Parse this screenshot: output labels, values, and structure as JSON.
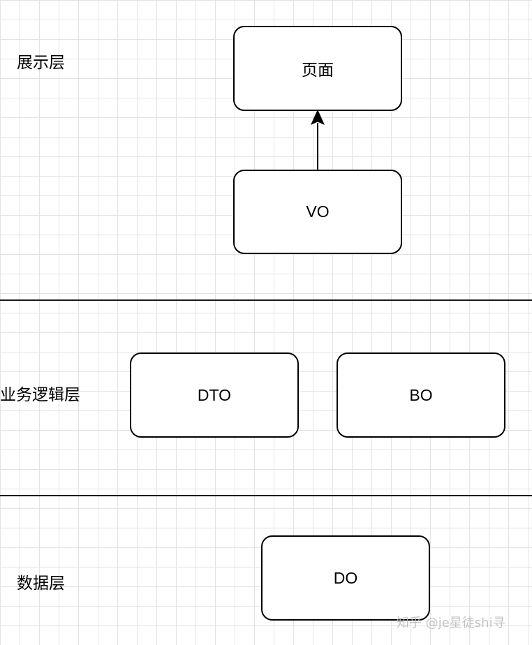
{
  "layers": {
    "presentation": "展示层",
    "business_logic": "业务逻辑层",
    "data": "数据层"
  },
  "nodes": {
    "page": "页面",
    "vo": "VO",
    "dto": "DTO",
    "bo": "BO",
    "do": "DO"
  },
  "edges": [
    {
      "from": "VO",
      "to": "页面"
    }
  ],
  "watermark": "知乎 @je星徒shi寻"
}
